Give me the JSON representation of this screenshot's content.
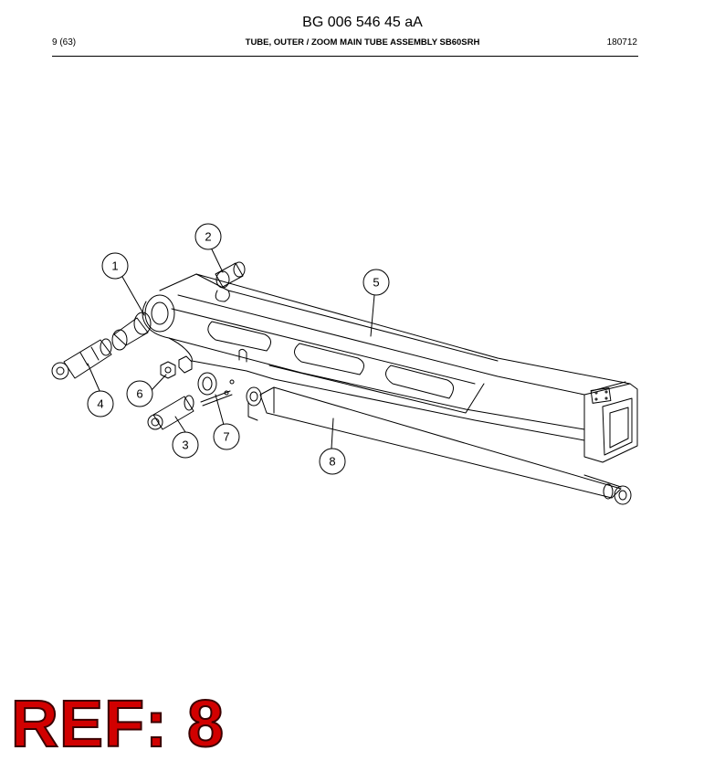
{
  "header": {
    "doc_id": "BG 006 546 45 aA",
    "page": "9 (63)",
    "title": "TUBE, OUTER / ZOOM MAIN TUBE ASSEMBLY SB60SRH",
    "date_code": "180712"
  },
  "callouts": [
    "1",
    "2",
    "3",
    "4",
    "5",
    "6",
    "7",
    "8"
  ],
  "ref_label": "REF: 8",
  "colors": {
    "ref_label": "#d10000",
    "line_art": "#000000"
  }
}
